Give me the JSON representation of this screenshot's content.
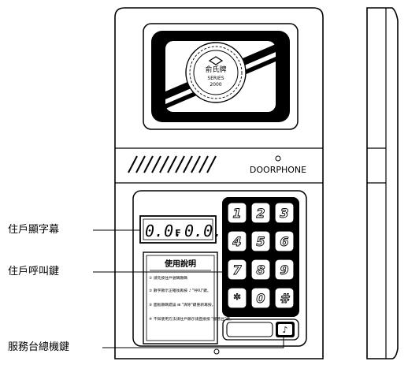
{
  "device": {
    "brand_logo_text": "俞氏牌",
    "series_line1": "SERIES",
    "series_line2": "2000",
    "product_label": "DOORPHONE"
  },
  "display": {
    "left_digits": "0.0.",
    "middle": "F",
    "right_digits": "0.0."
  },
  "keypad": {
    "keys": [
      "1",
      "2",
      "3",
      "4",
      "5",
      "6",
      "7",
      "8",
      "9",
      "*",
      "0",
      "#"
    ],
    "call_key_symbol": "♪"
  },
  "instructions": {
    "title": "使用說明",
    "items": [
      "① 請先按住戶號碼顯碼",
      "② 數字顯示正確後再按 ♪ \"呼叫\"鍵。",
      "③ 面板顯碼錯誤 ⊞ \"清除\"鍵重新再按。",
      "④ 不知使用方法請住戶顯示請直接按 \"服務台\"鍵。"
    ]
  },
  "callouts": {
    "display_label": "住戶顯字幕",
    "call_key_label": "住戶呼叫鍵",
    "service_key_label": "服務台總機鍵"
  }
}
